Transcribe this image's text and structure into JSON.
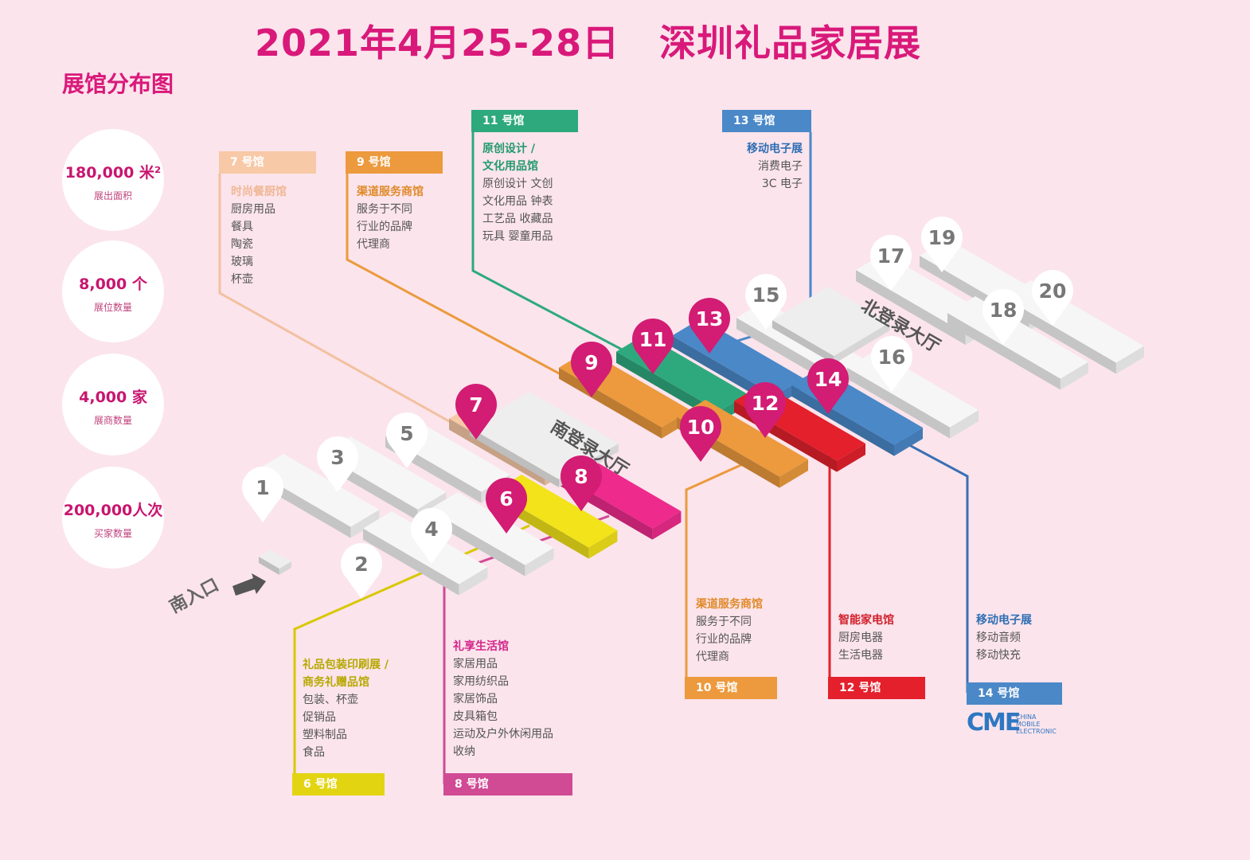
{
  "title": {
    "date": "2021年4月25-28日",
    "name": "深圳礼品家居展"
  },
  "subtitle": "展馆分布图",
  "stats": [
    {
      "value": "180,000 米²",
      "label": "展出面积"
    },
    {
      "value": "8,000 个",
      "label": "展位数量"
    },
    {
      "value": "4,000 家",
      "label": "展商数量"
    },
    {
      "value": "200,000人次",
      "label": "买家数量"
    }
  ],
  "colors": {
    "background": "#fbe4ec",
    "hall6": "#f2e31a",
    "hall7": "#f8c9a7",
    "hall8": "#ee2a8c",
    "hall9": "#ec9a3d",
    "hall10": "#ec9a3d",
    "hall11": "#2ea97e",
    "hall12": "#e3202c",
    "hall13": "#4a88c8",
    "hall14": "#4a88c8",
    "pin": "#d31c73"
  },
  "hall_numbers": [
    "1",
    "2",
    "3",
    "4",
    "5",
    "6",
    "7",
    "8",
    "9",
    "10",
    "11",
    "12",
    "13",
    "14",
    "15",
    "16",
    "17",
    "18",
    "19",
    "20"
  ],
  "lobby_south": "南登录大厅",
  "lobby_north": "北登录大厅",
  "entrance": "南入口",
  "hall7": {
    "tag": "7 号馆",
    "heading": "时尚餐厨馆",
    "items": [
      "厨房用品",
      "餐具",
      "陶瓷",
      "玻璃",
      "杯壶"
    ]
  },
  "hall9": {
    "tag": "9 号馆",
    "heading": "渠道服务商馆",
    "items": [
      "服务于不同",
      "行业的品牌",
      "代理商"
    ]
  },
  "hall11": {
    "tag": "11 号馆",
    "heading": "原创设计 /",
    "heading2": "文化用品馆",
    "items": [
      "原创设计   文创",
      "文化用品   钟表",
      "工艺品   收藏品",
      "玩具   婴童用品"
    ]
  },
  "hall13": {
    "tag": "13 号馆",
    "heading": "移动电子展",
    "items": [
      "消费电子",
      "3C 电子"
    ]
  },
  "hall6": {
    "tag": "6 号馆",
    "heading": "礼品包装印刷展 /",
    "heading2": "商务礼赠品馆",
    "items": [
      "包装、杯壶",
      "促销品",
      "塑料制品",
      "食品"
    ]
  },
  "hall8": {
    "tag": "8 号馆",
    "heading": "礼享生活馆",
    "items": [
      "家居用品",
      "家用纺织品",
      "家居饰品",
      "皮具箱包",
      "运动及户外休闲用品",
      "收纳"
    ]
  },
  "hall10": {
    "tag": "10 号馆",
    "heading": "渠道服务商馆",
    "items": [
      "服务于不同",
      "行业的品牌",
      "代理商"
    ]
  },
  "hall12": {
    "tag": "12 号馆",
    "heading": "智能家电馆",
    "items": [
      "厨房电器",
      "生活电器"
    ]
  },
  "hall14": {
    "tag": "14 号馆",
    "heading": "移动电子展",
    "items": [
      "移动音频",
      "移动快充"
    ]
  },
  "logo": {
    "mark": "CME",
    "lines": [
      "CHINA",
      "MOBILE",
      "ELECTRONIC"
    ]
  }
}
